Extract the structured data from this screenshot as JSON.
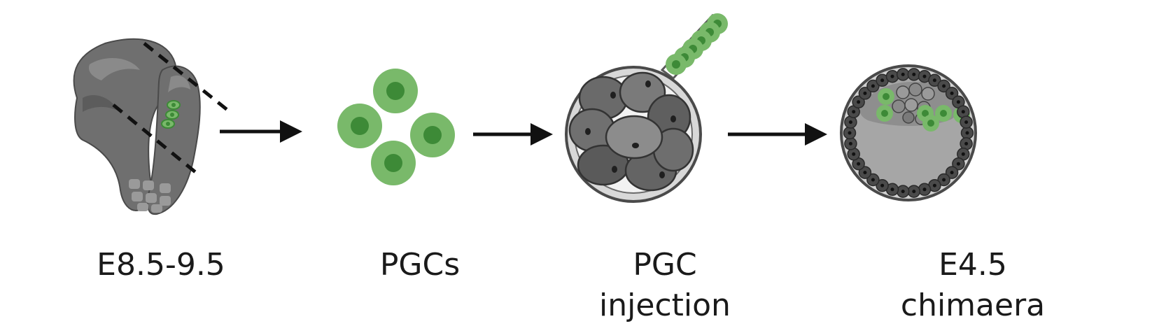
{
  "steps": [
    {
      "label": "E8.5-9.5",
      "illustration": "embryo"
    },
    {
      "label": "PGCs",
      "illustration": "pgc-cells"
    },
    {
      "label": "PGC\ninjection",
      "illustration": "morula-injection"
    },
    {
      "label": "E4.5\nchimaera",
      "illustration": "blastocyst"
    }
  ],
  "colors": {
    "pgc_light": "#79b96a",
    "pgc_dark": "#3d8a37",
    "embryo": "#6f6f6f",
    "embryo_dark": "#4a4a4a",
    "arrow": "#111111",
    "text": "#1a1a1a"
  }
}
